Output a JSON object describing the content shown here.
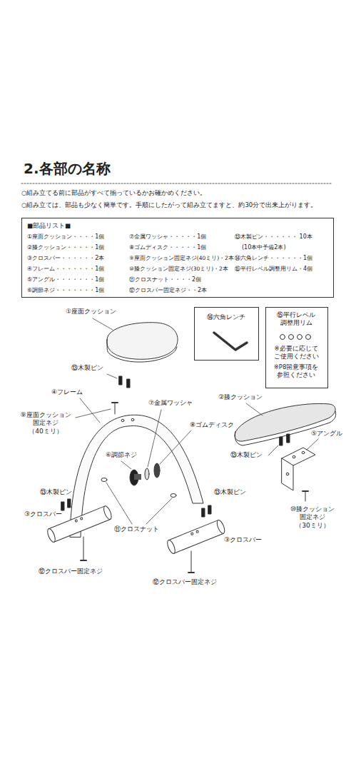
{
  "diagram": {
    "title": "2.各部の名称",
    "nodes": [
      {
        "text": [
          "■部品リスト■",
          "①座面クッション・・・・1個",
          "②膝クッション・・・・・1個",
          "③クロスバー・・・・・・2本",
          "④フレーム・・・・・・・1個",
          "⑤アングル・・・・・・・1個",
          "⑥調節ネジ・・・・・・・1個",
          "⑦金属ワッシャ・・・・・1個",
          "⑧ゴムディスク・・・・・1個",
          "⑨座面クッション固定ネジ(40ミリ)・2本",
          "⑩膝クッション固定ネジ(30ミリ)・2本",
          "⑪クロスナット・・・・2個",
          "⑫クロスバー固定ネジ・・2本",
          "⑬木製ピン・・・・・・ 10本",
          "(10本中予備2本)",
          "⑭六角レンチ・・・・・・1個",
          "⑮平行レベル調整用リム・4個"
        ]
      },
      {
        "text": [
          "⑭六角レンチ"
        ]
      },
      {
        "text": [
          "⑮平行レベル 調整用リム",
          "※必要に応じて ご使用ください",
          "※P8留意事項を 参照ください"
        ]
      }
    ],
    "labels": [
      "○組み立てる前に部品がすべて揃っているかお確かめください。",
      "○組み立ては、部品も少なく簡単です。手順にしたがって組み立てますと、約30分で出来上がります。",
      "①座面クッション",
      "⑬木製ピン",
      "④フレーム",
      "⑦金属ワッシャ",
      "②膝クッション",
      "⑨座面クッション 固定ネジ （40ミリ）",
      "⑧ゴムディスク",
      "⑤アングル",
      "⑬木製ピン",
      "⑥調節ネジ",
      "⑬木製ピン",
      "⑬木製ピン",
      "⑩膝クッション 固定ネジ （30ミリ）",
      "③クロスバー",
      "⑪クロスナット",
      "③クロスバー",
      "⑫クロスバー固定ネジ",
      "⑫クロスバー固定ネジ"
    ]
  }
}
